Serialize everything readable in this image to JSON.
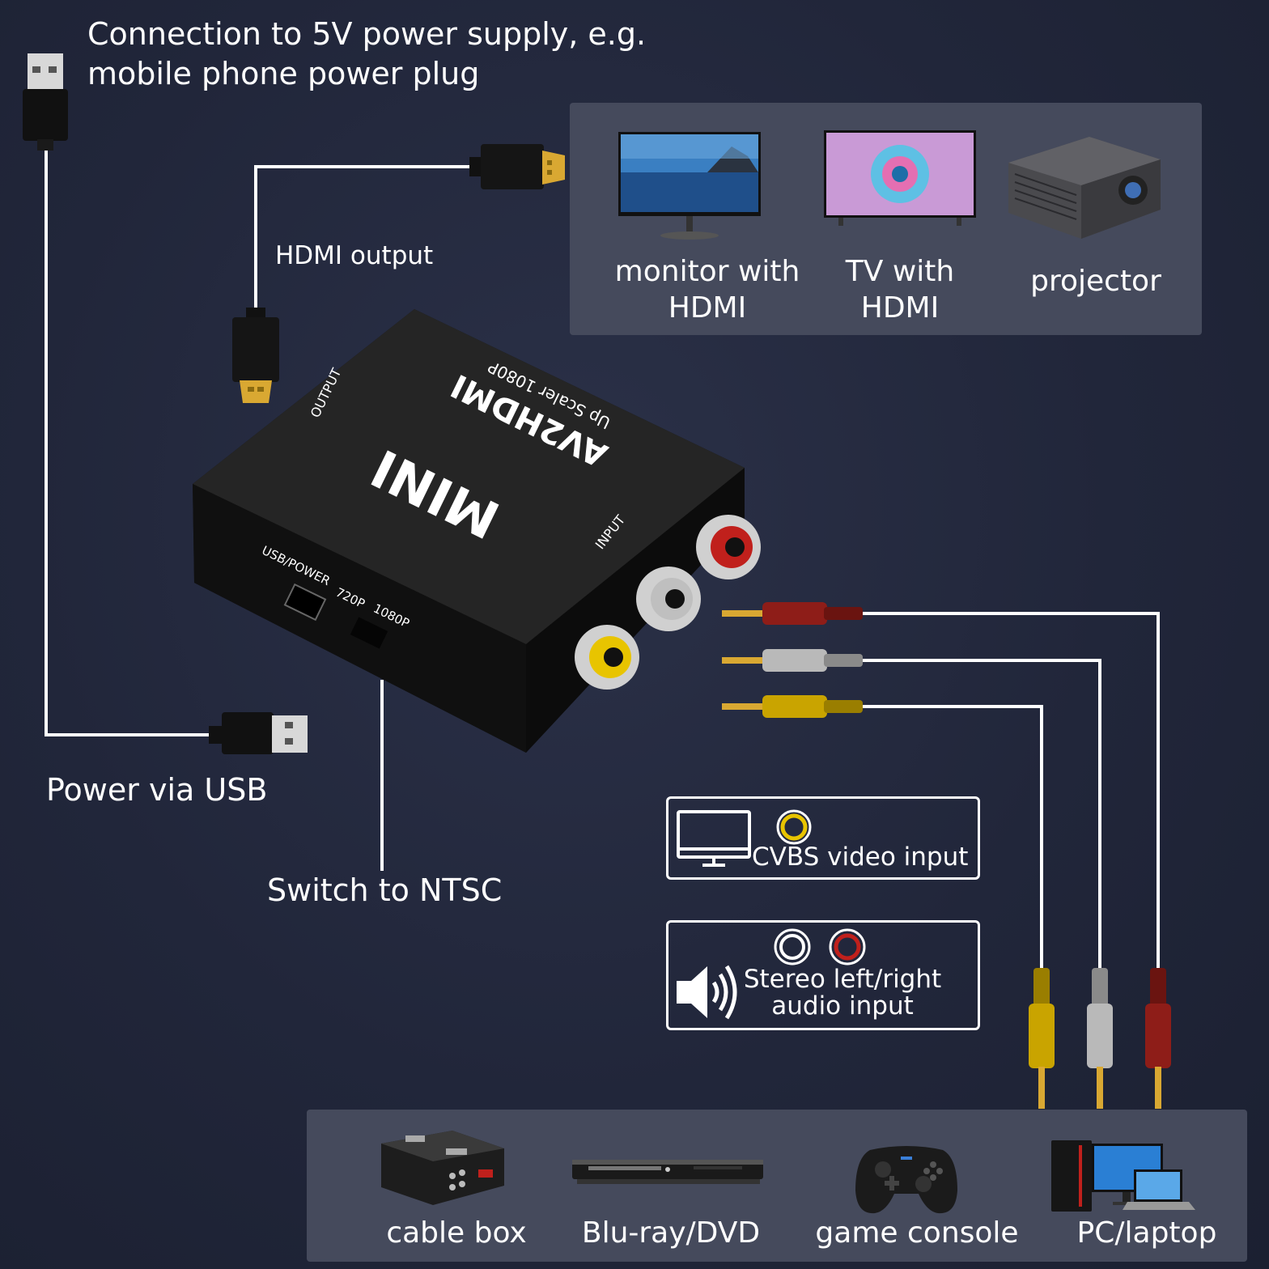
{
  "labels": {
    "power_supply_line1": "Connection to 5V power supply, e.g.",
    "power_supply_line2": "mobile phone power plug",
    "hdmi_output": "HDMI output",
    "power_via_usb": "Power via USB",
    "switch_ntsc": "Switch to NTSC"
  },
  "device": {
    "brand": "AV2HDMI",
    "model": "MINI",
    "subtitle": "Up Scaler 1080P",
    "port_output": "OUTPUT",
    "port_input": "INPUT",
    "port_usb": "USB/POWER",
    "switch_720": "720P",
    "switch_1080": "1080P"
  },
  "outputs": [
    {
      "line1": "monitor with",
      "line2": "HDMI",
      "icon": "monitor-icon"
    },
    {
      "line1": "TV with",
      "line2": "HDMI",
      "icon": "tv-icon"
    },
    {
      "line1": "projector",
      "line2": "",
      "icon": "projector-icon"
    }
  ],
  "inputs": [
    {
      "label": "cable box",
      "icon": "cable-box-icon"
    },
    {
      "label": "Blu-ray/DVD",
      "icon": "bluray-player-icon"
    },
    {
      "label": "game console",
      "icon": "gamepad-icon"
    },
    {
      "label": "PC/laptop",
      "icon": "pc-laptop-icon"
    }
  ],
  "legend": {
    "video": "CVBS video input",
    "audio_line1": "Stereo left/right",
    "audio_line2": "audio input"
  },
  "colors": {
    "background": "#21263a",
    "panel": "#454a5c",
    "rca_yellow": "#e8c400",
    "rca_white": "#c8c8c8",
    "rca_red": "#c0201c",
    "gold": "#d9a832"
  }
}
